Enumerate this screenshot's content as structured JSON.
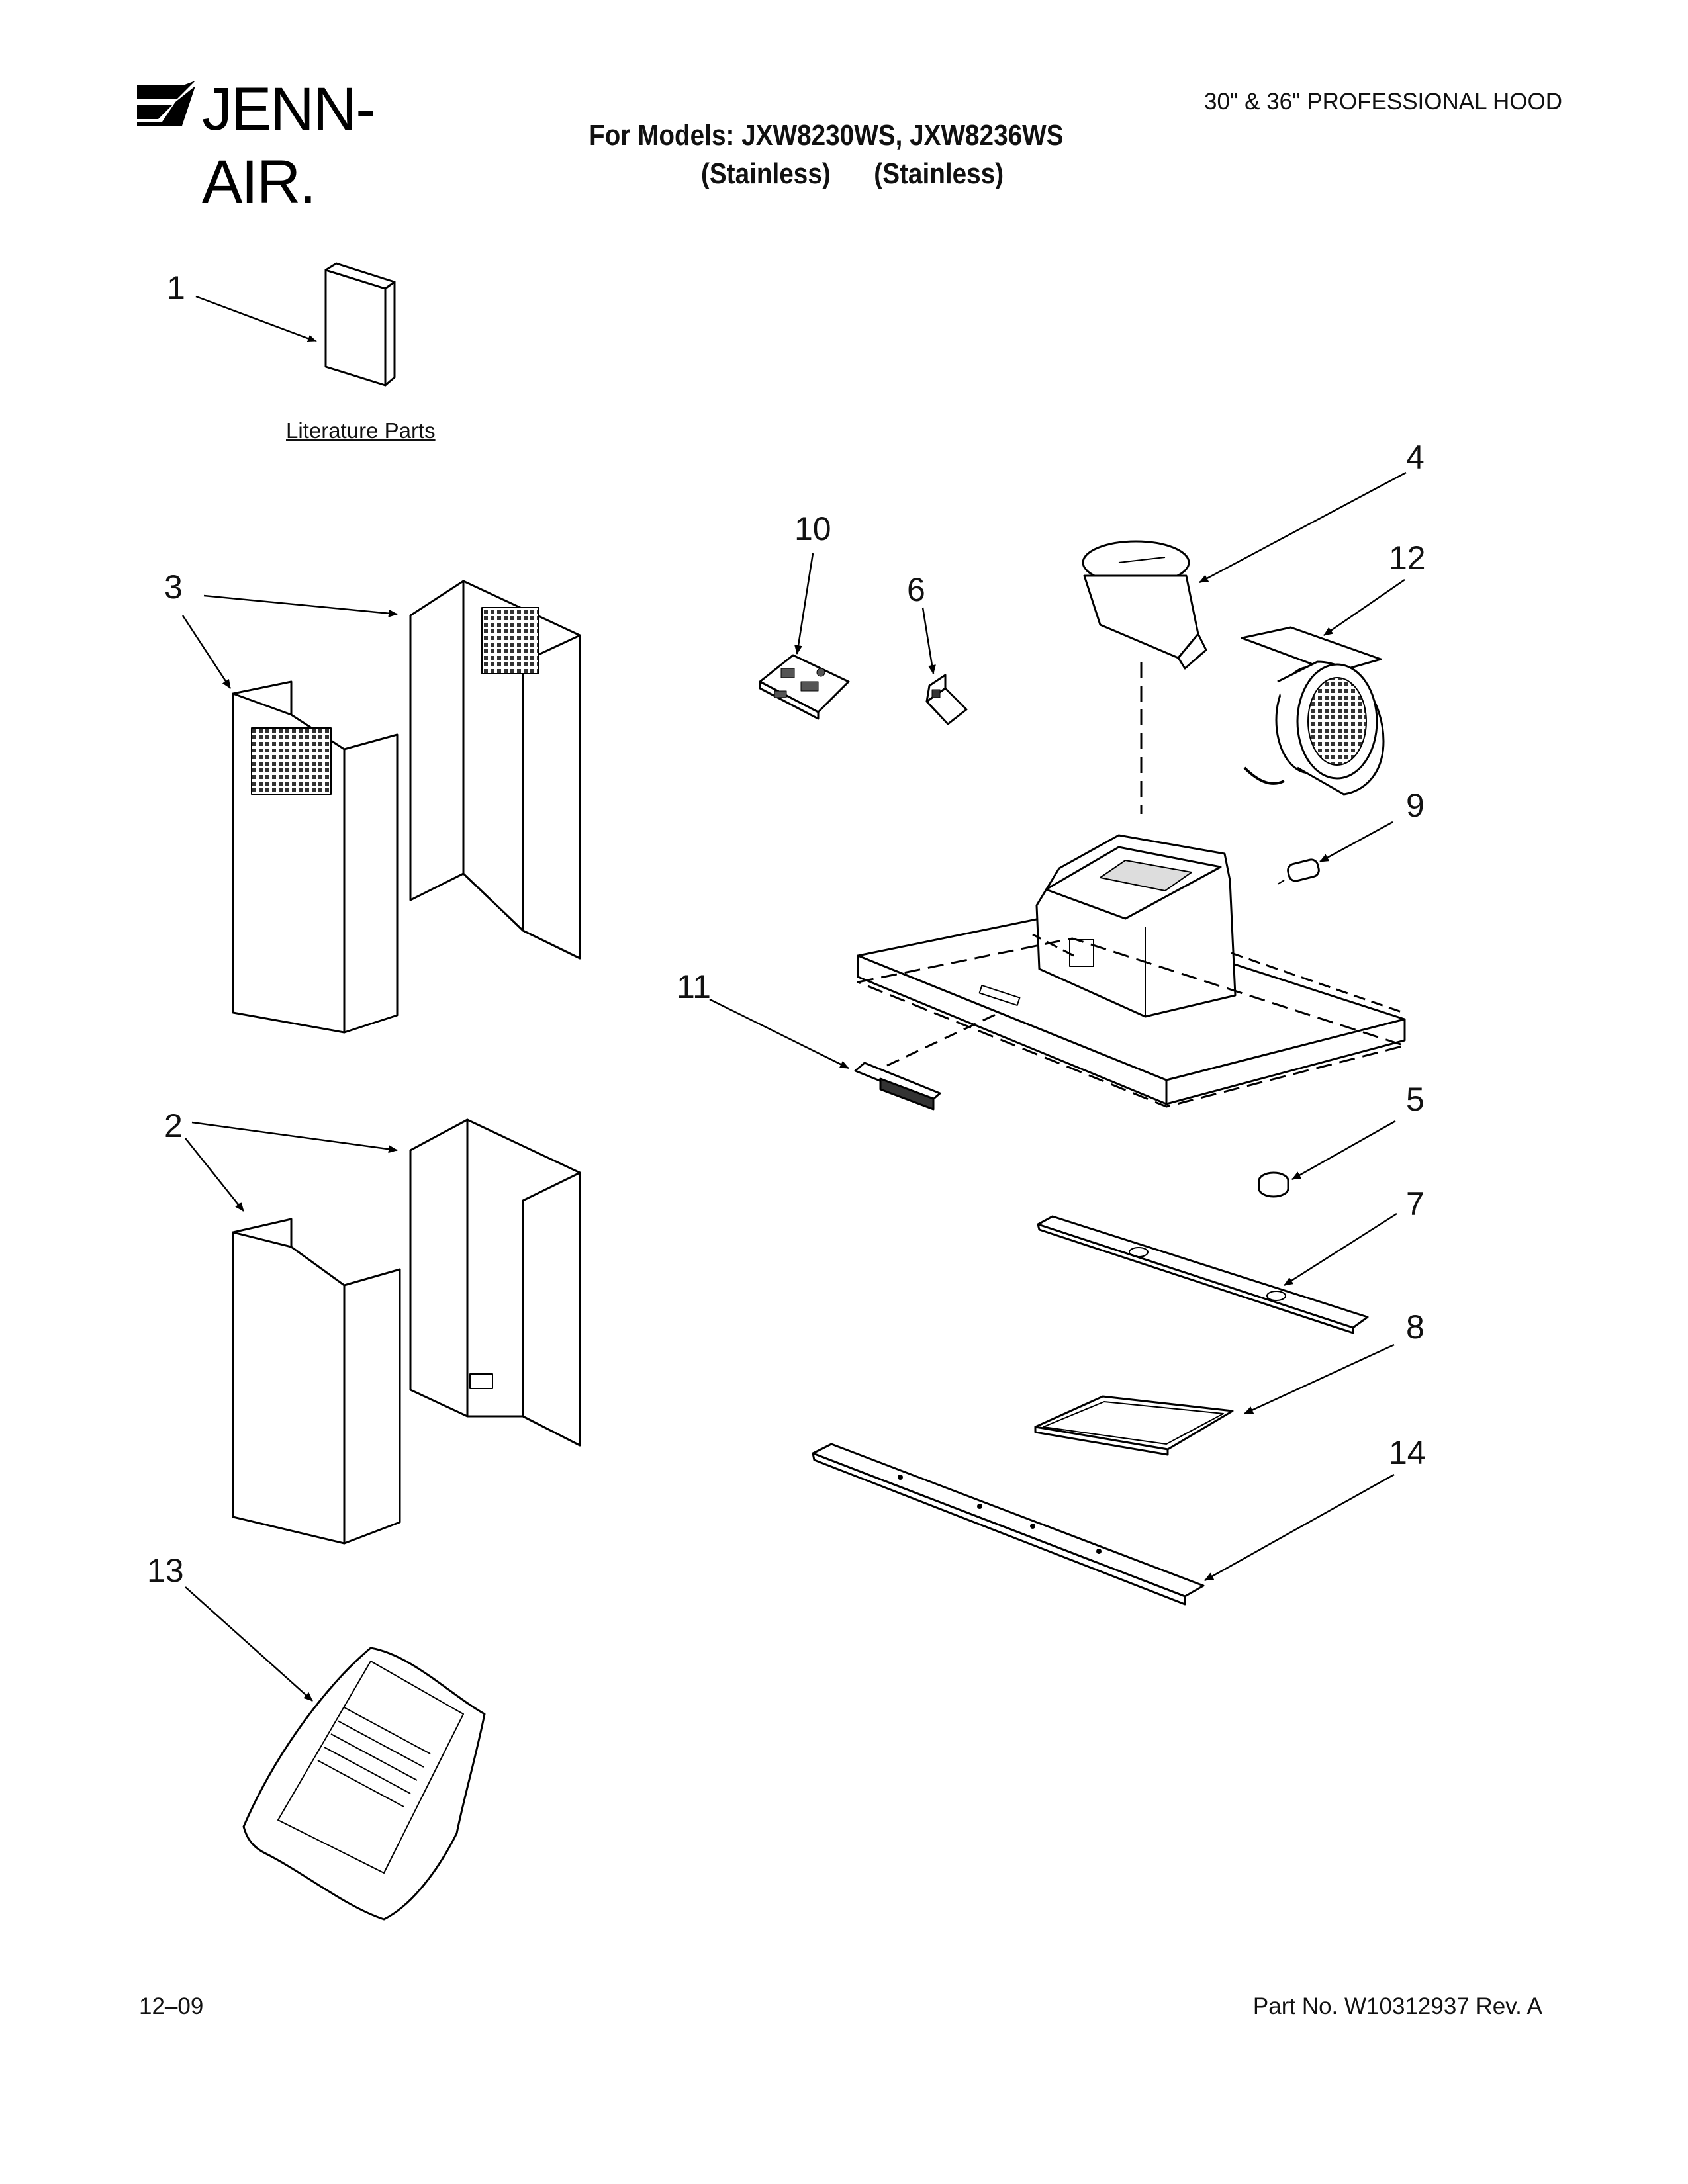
{
  "header": {
    "logo_text": "JENN-AIR.",
    "product_line": "30\" & 36\" PROFESSIONAL HOOD",
    "models_line": "For Models: JXW8230WS, JXW8236WS",
    "finish_1": "(Stainless)",
    "finish_2": "(Stainless)"
  },
  "literature_label": "Literature Parts",
  "callouts": [
    "1",
    "2",
    "3",
    "4",
    "5",
    "6",
    "7",
    "8",
    "9",
    "10",
    "11",
    "12",
    "13",
    "14"
  ],
  "footer": {
    "date": "12–09",
    "part_number": "Part No. W10312937 Rev. A"
  }
}
